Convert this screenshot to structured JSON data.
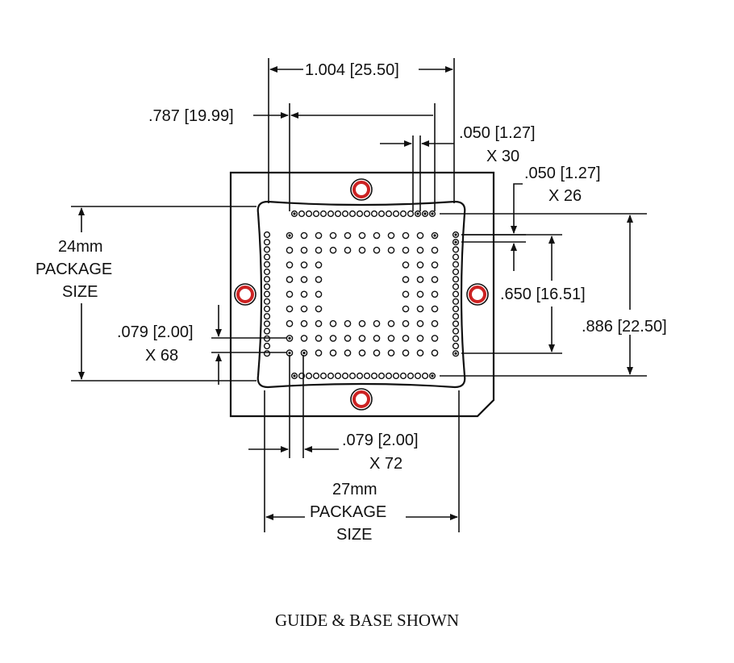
{
  "labels": {
    "top_width": "1.004 [25.50]",
    "inner_width": ".787 [19.99]",
    "pitch_top": ".050 [1.27]",
    "pitch_top_count": "X 30",
    "pitch_right": ".050 [1.27]",
    "pitch_right_count": "X 26",
    "pkg_h_1": "24mm",
    "pkg_h_2": "PACKAGE",
    "pkg_h_3": "SIZE",
    "pitch_left": ".079 [2.00]",
    "pitch_left_count": "X 68",
    "right_inner": ".650 [16.51]",
    "right_outer": ".886 [22.50]",
    "pitch_bottom": ".079 [2.00]",
    "pitch_bottom_count": "X 72",
    "pkg_w_1": "27mm",
    "pkg_w_2": "PACKAGE",
    "pkg_w_3": "SIZE"
  },
  "caption": "GUIDE & BASE SHOWN",
  "colors": {
    "line": "#111111",
    "hole_ring": "#cc2222"
  }
}
